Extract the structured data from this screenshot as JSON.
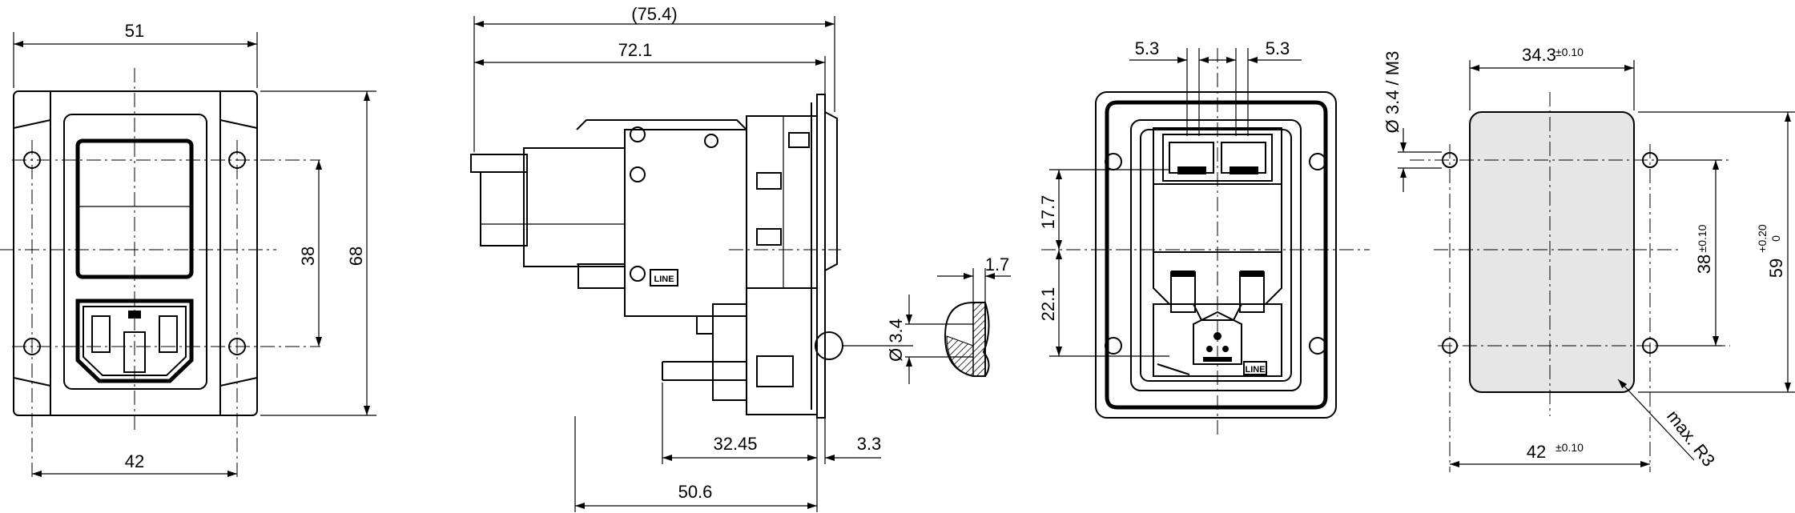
{
  "views": {
    "front": {
      "width": "51",
      "height": "68",
      "hole_spacing_h": "42",
      "hole_spacing_v": "38"
    },
    "side": {
      "overall_length": "(75.4)",
      "body_length": "72.1",
      "depth_1": "32.45",
      "depth_2": "50.6",
      "flange": "3.3",
      "panel_thickness": "1.7",
      "hole_diameter": "Ø 3.4",
      "marking": "LINE"
    },
    "rear": {
      "pin_offset_left": "5.3",
      "pin_offset_right": "5.3",
      "upper_height": "17.7",
      "lower_height": "22.1",
      "marking": "LINE"
    },
    "cutout": {
      "width": "34.3",
      "width_tol": "±0.10",
      "height_a": "38",
      "height_a_tol": "±0.10",
      "height_b": "59",
      "height_b_tol_upper": "+0.20",
      "height_b_tol_lower": "0",
      "hole_spacing": "42",
      "hole_spacing_tol": "±0.10",
      "hole_label": "Ø 3.4 / M3",
      "radius_label": "max. R3"
    }
  }
}
